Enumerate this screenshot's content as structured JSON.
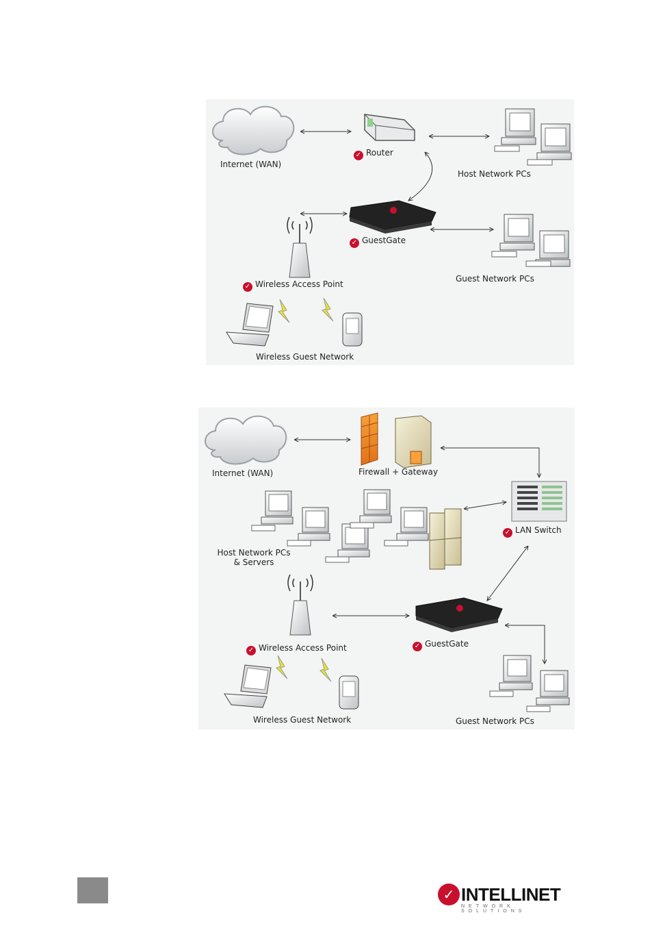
{
  "diagram1": {
    "internet": "Internet (WAN)",
    "router": "Router",
    "host_pcs": "Host Network PCs",
    "guestgate": "GuestGate",
    "guest_pcs": "Guest Network PCs",
    "wap": "Wireless Access Point",
    "wireless_guest": "Wireless Guest Network"
  },
  "diagram2": {
    "internet": "Internet (WAN)",
    "firewall": "Firewall + Gateway",
    "lan_switch": "LAN Switch",
    "host_pcs_servers": "Host Network PCs & Servers",
    "guestgate": "GuestGate",
    "wap": "Wireless Access Point",
    "wireless_guest": "Wireless Guest Network",
    "guest_pcs": "Guest Network PCs"
  },
  "footer": {
    "logo_text": "INTELLINET",
    "logo_sub": "NETWORK SOLUTIONS",
    "logo_mark": "✓"
  },
  "colors": {
    "brand_red": "#c8102e",
    "page_box": "#8a8a8a"
  }
}
